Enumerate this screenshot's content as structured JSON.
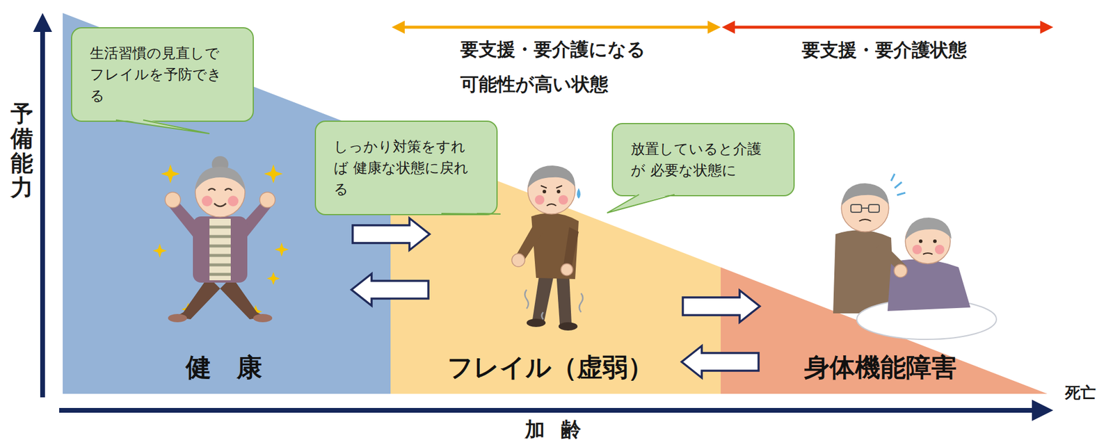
{
  "diagram": {
    "nodes": [
      {
        "text": [
          "健　康"
        ]
      },
      {
        "text": [
          "フレイル（虚弱）"
        ]
      },
      {
        "text": [
          "身体機能障害"
        ]
      },
      {
        "text": [
          "生活習慣の見直しで フレイルを予防できる"
        ]
      },
      {
        "text": [
          "しっかり対策をすれば 健康な状態に戻れる"
        ]
      },
      {
        "text": [
          "放置していると介護が 必要な状態に"
        ]
      }
    ],
    "edges": [
      {
        "from": 0,
        "to": 1,
        "arrow": "to"
      },
      {
        "from": 1,
        "to": 0,
        "arrow": "to"
      },
      {
        "from": 1,
        "to": 2,
        "arrow": "to"
      },
      {
        "from": 2,
        "to": 1,
        "arrow": "to"
      }
    ],
    "labels": [
      "要支援・要介護になる 可能性が高い状態",
      "要支援・要介護状態",
      "予備能力",
      "加齢",
      "死亡"
    ]
  }
}
